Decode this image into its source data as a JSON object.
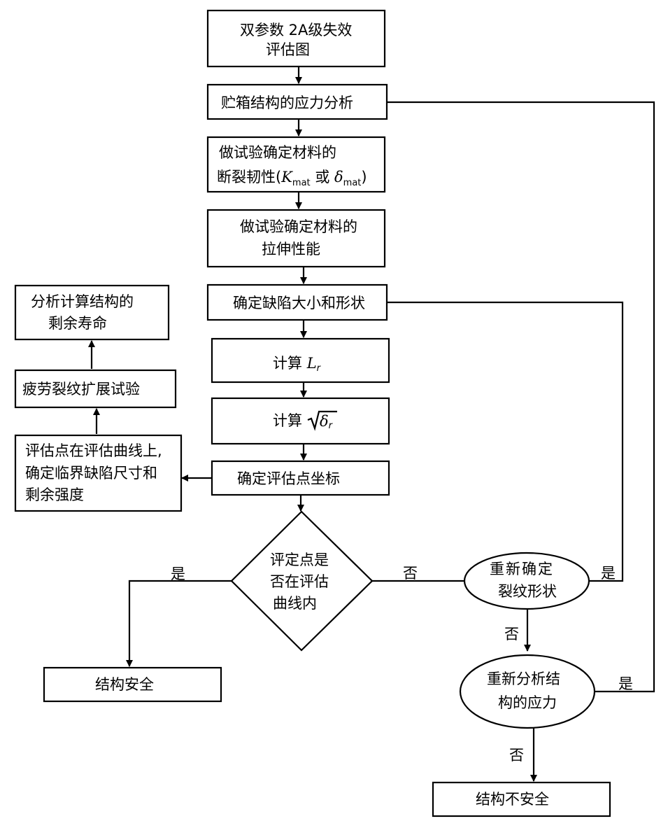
{
  "nodes": {
    "fad": {
      "line1": "双参数 2A级失效",
      "line2": "评估图"
    },
    "stress": {
      "text": "贮箱结构的应力分析"
    },
    "toughness": {
      "line1": "做试验确定材料的",
      "line2_pre": "断裂韧性(",
      "k": "K",
      "k_sub": "mat",
      "or": " 或 ",
      "delta": "δ",
      "delta_sub": "mat",
      "close": ")"
    },
    "tensile": {
      "line1": "做试验确定材料的",
      "line2": "拉伸性能"
    },
    "defect": {
      "text": "确定缺陷大小和形状"
    },
    "calc_lr": {
      "prefix": "计算 ",
      "symbol": "L",
      "sub": "r"
    },
    "calc_sqrt": {
      "prefix": "计算 ",
      "symbol": "δ",
      "sub": "r"
    },
    "point": {
      "text": "确定评估点坐标"
    },
    "decision": {
      "line1": "评定点是",
      "line2": "否在评估",
      "line3": "曲线内"
    },
    "safe": {
      "text": "结构安全"
    },
    "critical": {
      "line1": "评估点在评估曲线上,",
      "line2": "确定临界缺陷尺寸和",
      "line3": "剩余强度"
    },
    "fatigue": {
      "text": "疲劳裂纹扩展试验"
    },
    "life": {
      "line1": "分析计算结构的",
      "line2": "剩余寿命"
    },
    "reshape": {
      "line1": "重新确定",
      "line2": "裂纹形状"
    },
    "restress": {
      "line1": "重新分析结",
      "line2": "构的应力"
    },
    "unsafe": {
      "text": "结构不安全"
    }
  },
  "labels": {
    "yes_left": "是",
    "no_decision": "否",
    "yes_reshape": "是",
    "no_reshape": "否",
    "yes_restress": "是",
    "no_restress": "否"
  }
}
